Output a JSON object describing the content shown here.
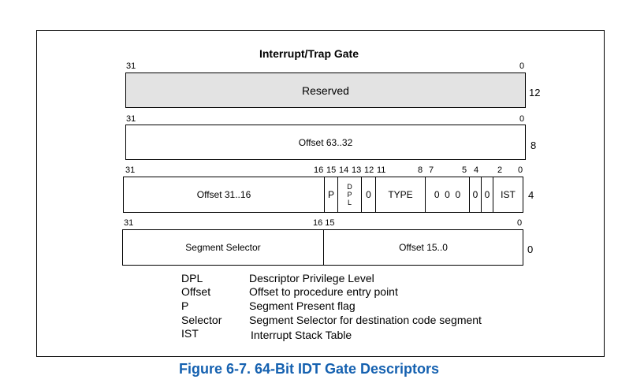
{
  "title": "Interrupt/Trap Gate",
  "caption": "Figure 6-7.  64-Bit IDT Gate Descriptors",
  "row12": {
    "left_bit": "31",
    "right_bit": "0",
    "field": "Reserved",
    "index": "12",
    "fill": "#e3e3e3"
  },
  "row8": {
    "left_bit": "31",
    "right_bit": "0",
    "field": "Offset 63..32",
    "index": "8"
  },
  "row4": {
    "left_bit": "31",
    "bits": [
      "16",
      "15",
      "14",
      "13",
      "12",
      "11",
      "8",
      "7",
      "5",
      "4",
      "2",
      "0"
    ],
    "offset": "Offset 31..16",
    "p": "P",
    "dpl": [
      "D",
      "P",
      "L"
    ],
    "zero1": "0",
    "type": "TYPE",
    "zeros": "0  0  0",
    "zero2": "0",
    "zero3": "0",
    "ist": "IST",
    "index": "4"
  },
  "row0": {
    "left_bit": "31",
    "mid_bits": "16 15",
    "right_bit": "0",
    "selector": "Segment Selector",
    "offset": "Offset 15..0",
    "index": "0"
  },
  "legend": [
    {
      "term": "DPL",
      "def": "Descriptor Privilege Level"
    },
    {
      "term": "Offset",
      "def": "Offset to procedure entry point"
    },
    {
      "term": "P",
      "def": "Segment Present flag"
    },
    {
      "term": "Selector",
      "def": "Segment Selector for destination code segment"
    },
    {
      "term": "IST",
      "def": "Interrupt Stack Table"
    }
  ]
}
